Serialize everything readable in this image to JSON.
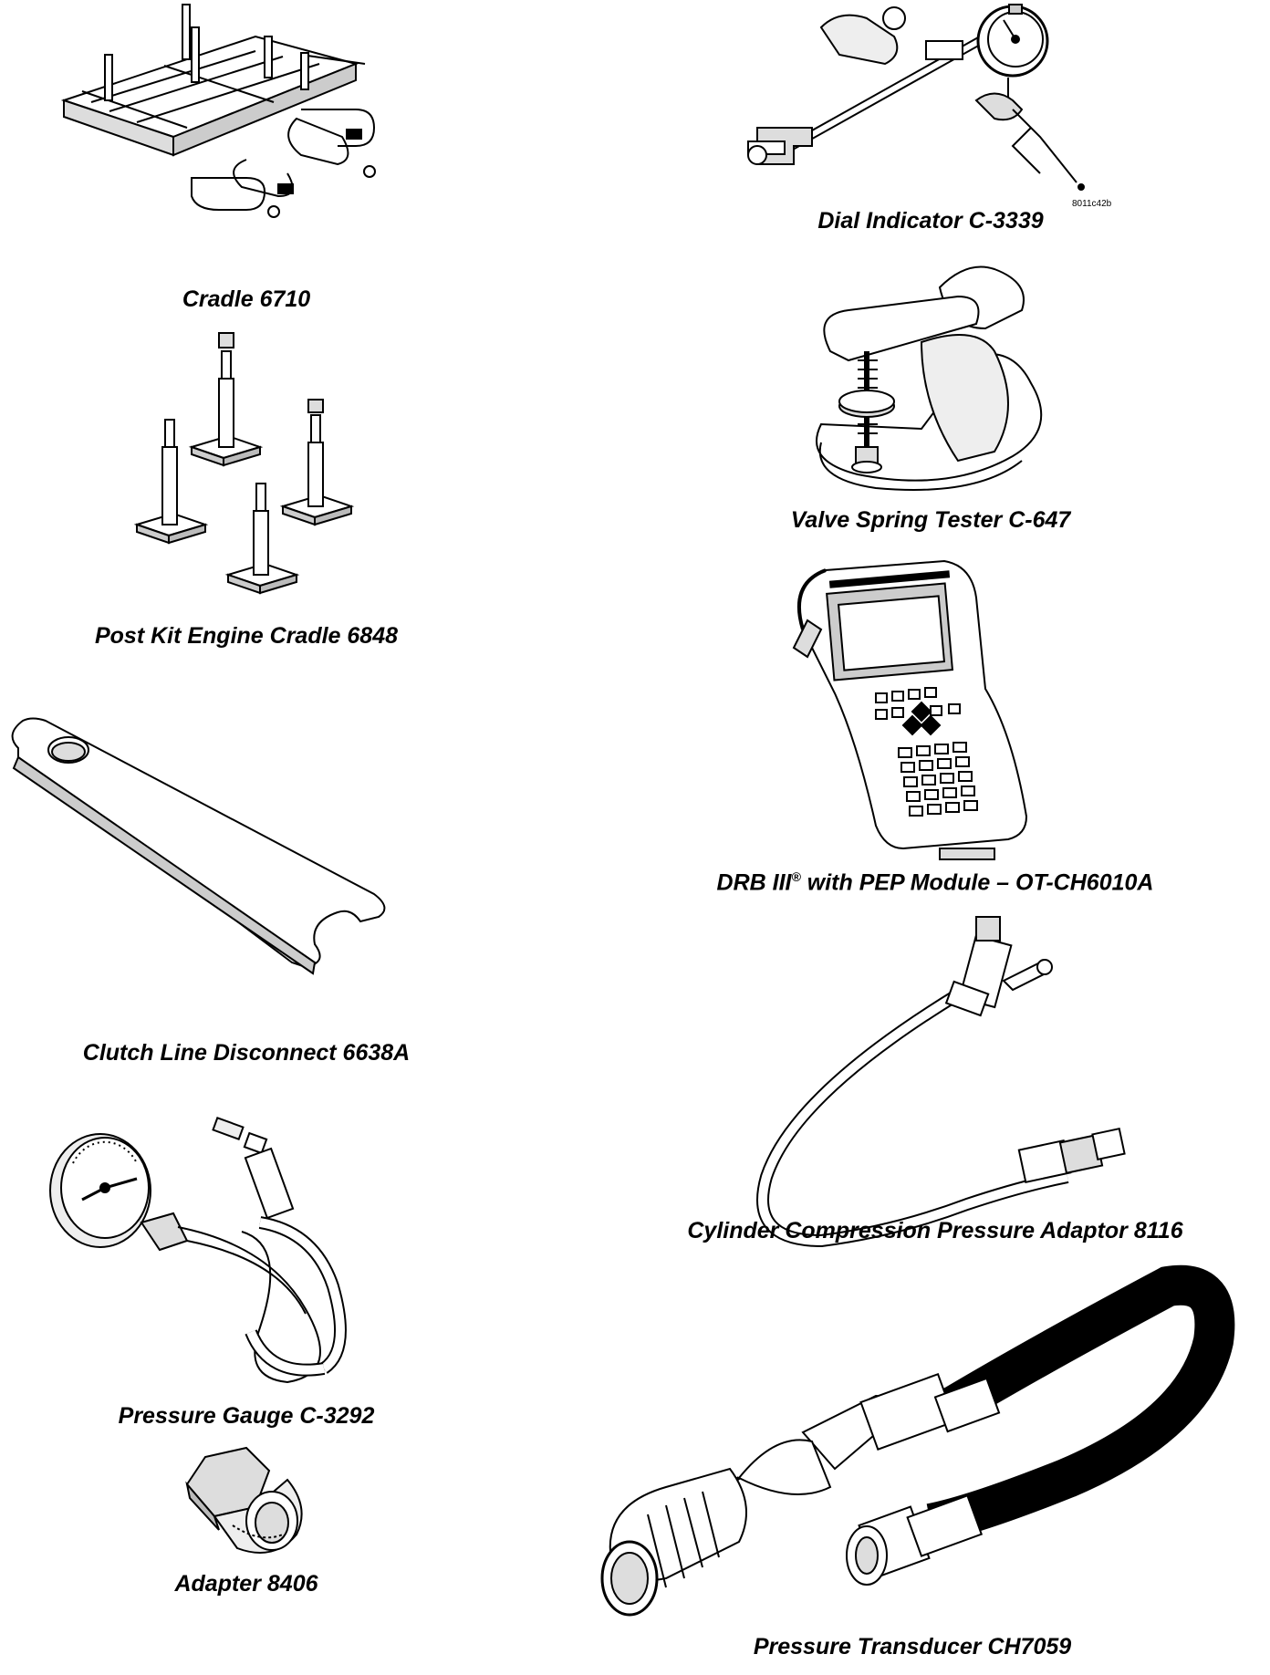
{
  "image_code": "8011c42b",
  "captions": {
    "cradle": "Cradle 6710",
    "post_kit": "Post Kit Engine Cradle 6848",
    "clutch": "Clutch Line Disconnect 6638A",
    "gauge": "Pressure Gauge C-3292",
    "adapter": "Adapter 8406",
    "dial": "Dial Indicator C-3339",
    "valve": "Valve Spring Tester C-647",
    "drb_name": "DRB III",
    "drb_rest": " with PEP Module – OT-CH6010A",
    "cylinder": "Cylinder Compression Pressure Adaptor 8116",
    "transducer": "Pressure Transducer CH7059"
  },
  "drb_registered": "®"
}
